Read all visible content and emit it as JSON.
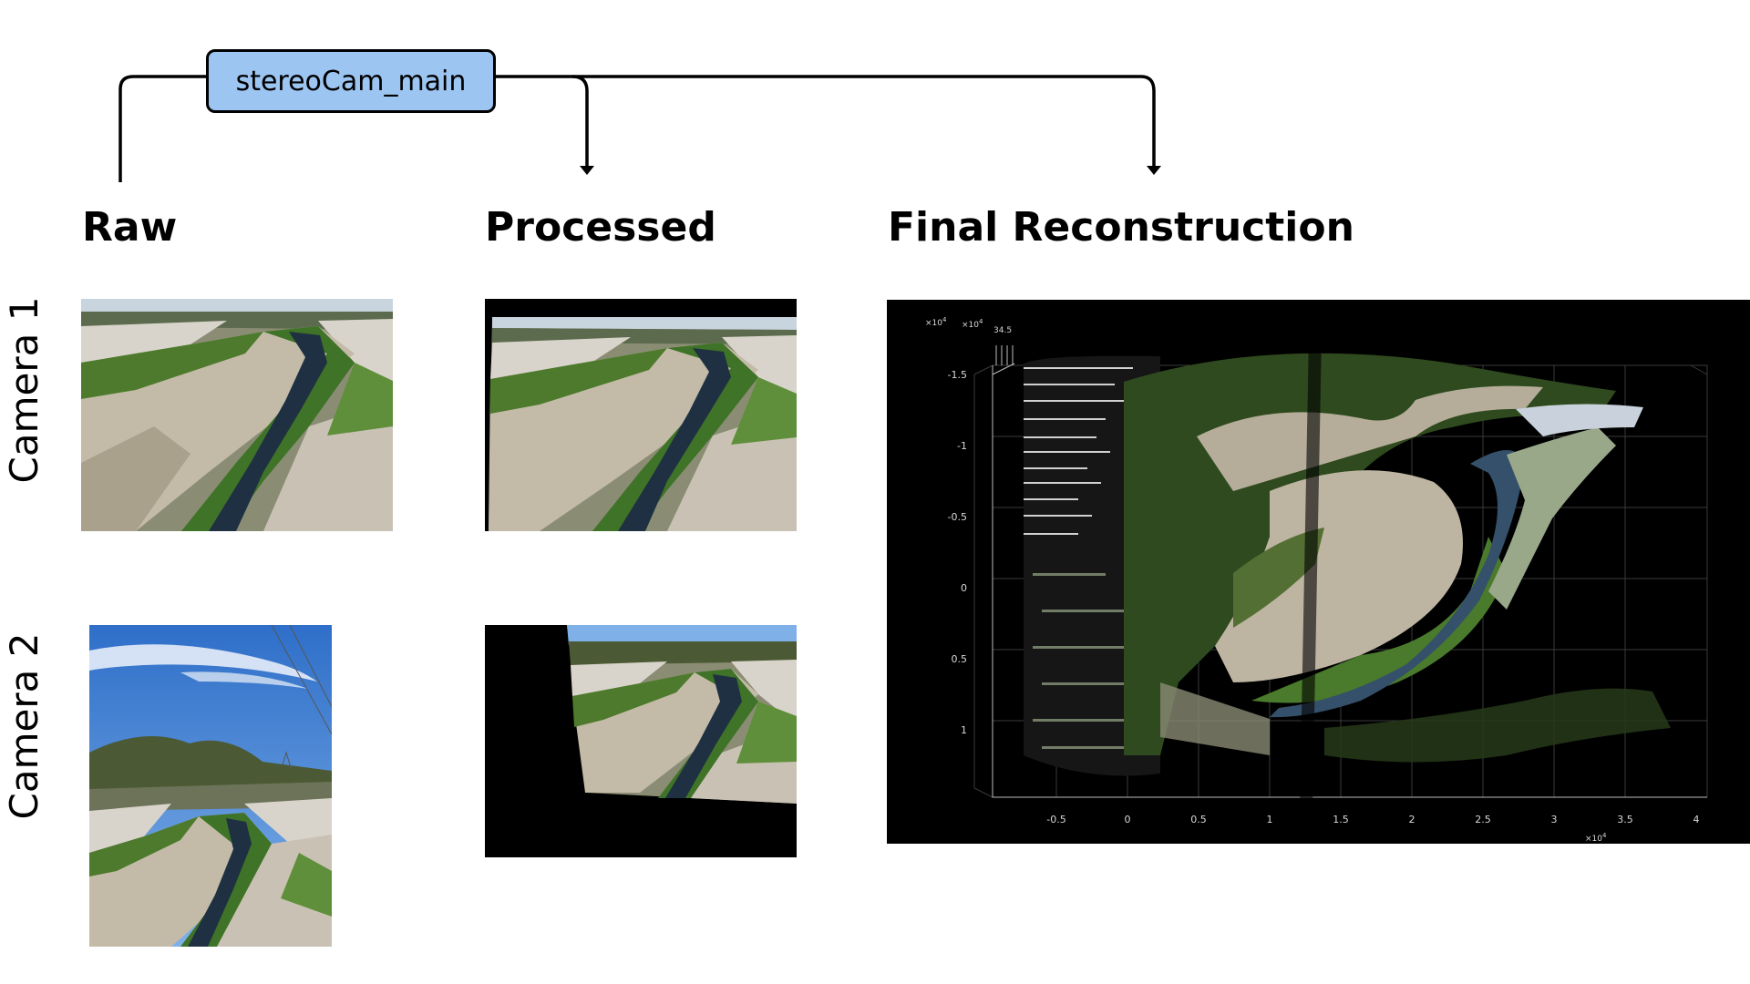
{
  "pipeline": {
    "box_label": "stereoCam_main"
  },
  "columns": {
    "raw": "Raw",
    "processed": "Processed",
    "final": "Final Reconstruction"
  },
  "rows": {
    "camera1": "Camera 1",
    "camera2": "Camera 2"
  },
  "reconstruction": {
    "y_ticks": [
      "-1.5",
      "-1",
      "-0.5",
      "0",
      "0.5",
      "1"
    ],
    "x_ticks": [
      "-0.5",
      "0",
      "0.5",
      "1",
      "1.5",
      "2",
      "2.5",
      "3",
      "3.5",
      "4"
    ],
    "exp_label_1": "×10",
    "exp_label_2": "×10",
    "exp_label_x": "×10",
    "exponent": "4",
    "z_tick": "34.5"
  },
  "colors": {
    "box_fill": "#9cc5f2",
    "sky": "#4a86d4",
    "vegetation": "#4d7a2c",
    "gravel": "#c9c2b4",
    "water": "#1e3042",
    "concrete": "#d9d4cb"
  }
}
